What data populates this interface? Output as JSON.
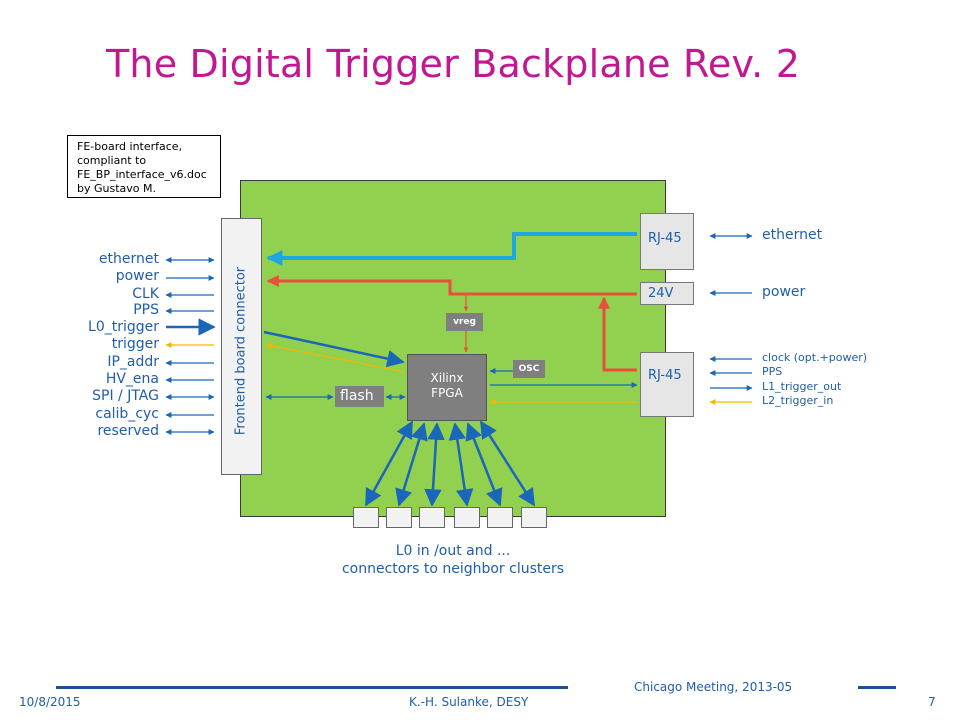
{
  "slide": {
    "title": "The Digital Trigger Backplane Rev. 2",
    "note": "FE-board interface,\ncompliant to\nFE_BP_interface_v6.doc\nby Gustavo M.",
    "frontend_connector": "Frontend board connector",
    "left_signals": [
      "ethernet",
      "power",
      "CLK",
      "PPS",
      "L0_trigger",
      "trigger",
      "IP_addr",
      "HV_ena",
      "SPI / JTAG",
      "calib_cyc",
      "reserved"
    ],
    "components": {
      "rj45_top": "RJ-45",
      "v24": "24V",
      "rj45_bottom": "RJ-45",
      "fpga": "Xilinx\nFPGA",
      "flash": "flash",
      "vreg": "vreg",
      "osc": "OSC"
    },
    "right_signals": {
      "ethernet": "ethernet",
      "power": "power",
      "small": [
        "clock (opt.+power)",
        "PPS",
        "L1_trigger_out",
        "L2_trigger_in"
      ]
    },
    "caption": [
      "L0 in /out and ...",
      "connectors to neighbor clusters"
    ]
  },
  "footer": {
    "date": "10/8/2015",
    "author": "K.-H. Sulanke, DESY",
    "meeting": "Chicago Meeting, 2013-05",
    "page": "7"
  },
  "colors": {
    "title": "#c21790",
    "text_blue": "#1f5ea8",
    "board_green": "#92d050",
    "ethernet_cyan": "#1ea6e0",
    "power_red": "#e8503a",
    "trigger_yellow": "#f5b800",
    "line_blue": "#1a66b8"
  },
  "icons": [
    "arrow-left-right-icon"
  ]
}
